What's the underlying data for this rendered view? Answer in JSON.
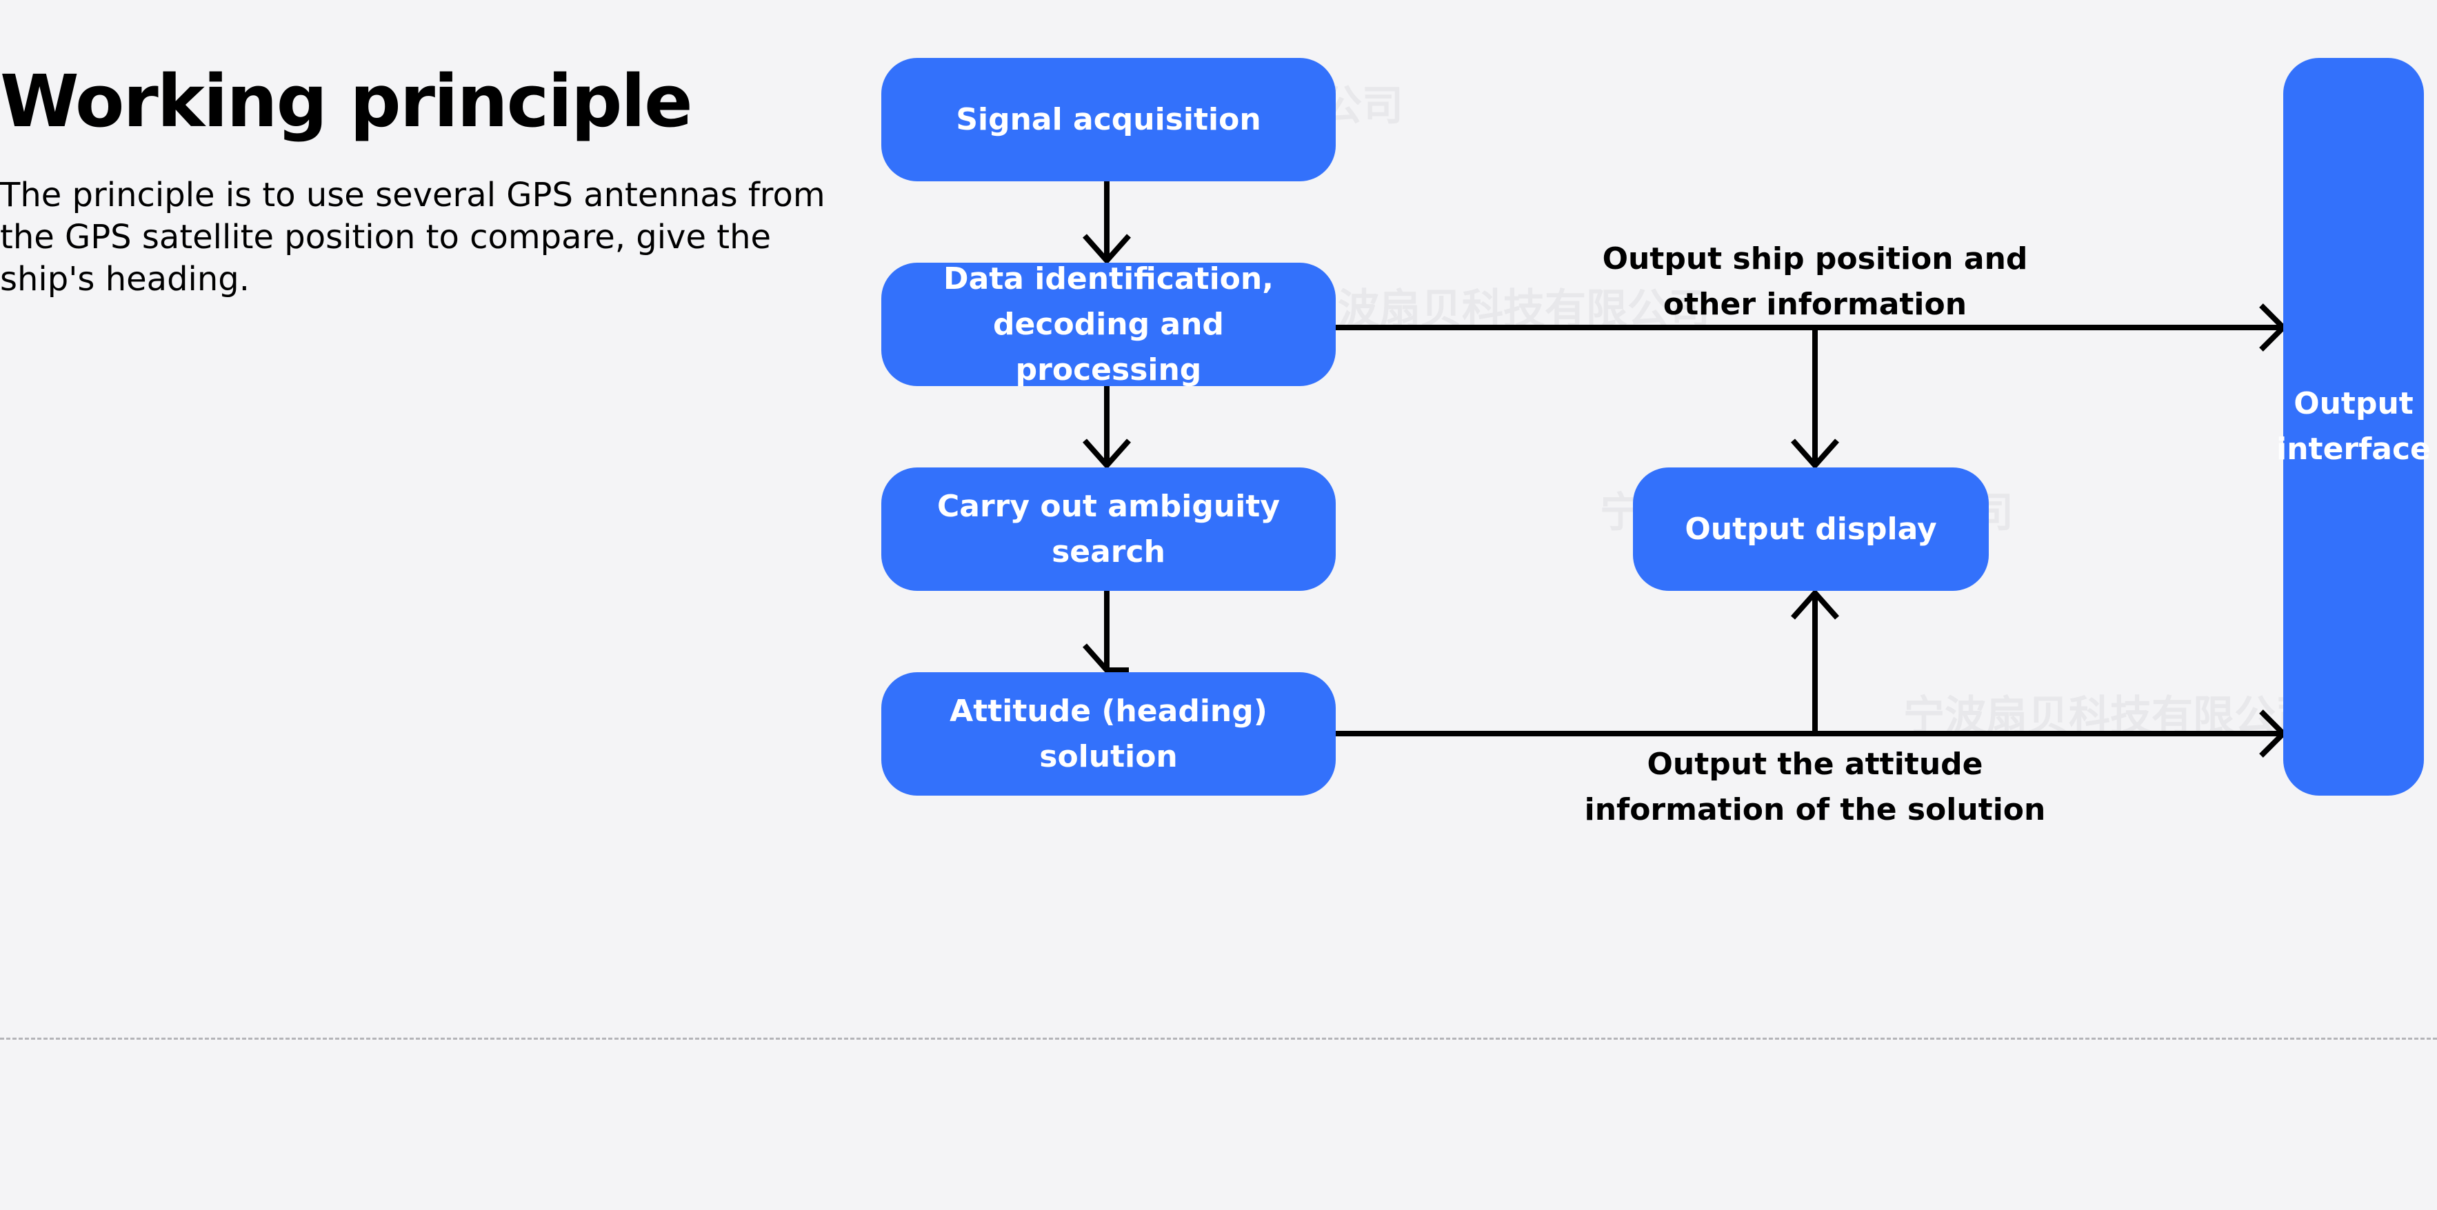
{
  "heading": "Working principle",
  "description": "The principle is to use several GPS antennas from the GPS satellite position to compare, give the ship's heading.",
  "nodes": {
    "signal_acquisition": "Signal acquisition",
    "data_identification": "Data identification,\ndecoding and processing",
    "ambiguity_search": "Carry out ambiguity search",
    "attitude_solution": "Attitude (heading) solution",
    "output_display": "Output display",
    "output_interface": "Output\ninterface"
  },
  "edge_labels": {
    "ship_position": "Output ship position and\nother information",
    "attitude_info": "Output the attitude\ninformation of the solution"
  },
  "watermark": "宁波扇贝科技有限公司",
  "colors": {
    "node_fill": "#3371fb",
    "node_text": "#ffffff",
    "background": "#f4f4f6",
    "connector": "#000000"
  }
}
